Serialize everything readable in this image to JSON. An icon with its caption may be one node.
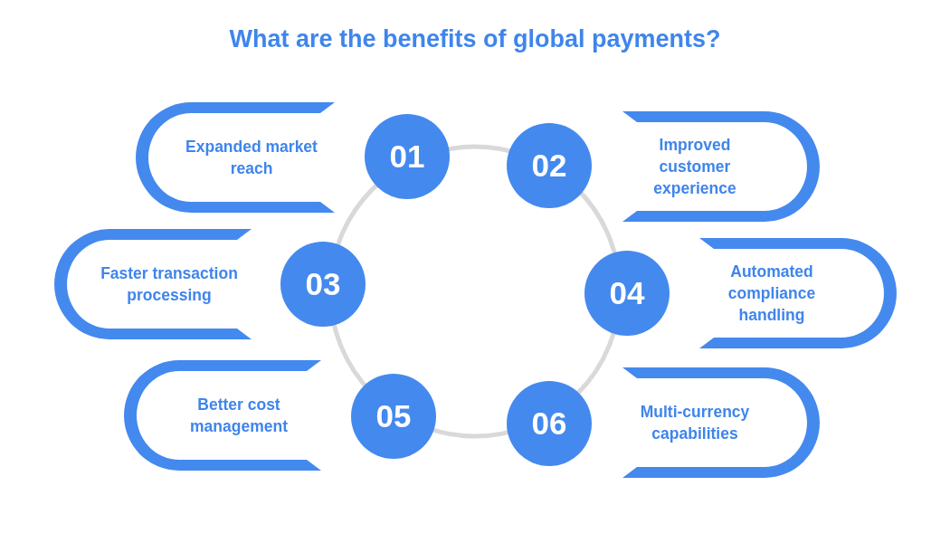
{
  "diagram": {
    "title": "What are the benefits of global payments?",
    "nodes": [
      {
        "text": [
          "Expanded market reach"
        ]
      },
      {
        "text": [
          "01"
        ]
      },
      {
        "text": [
          "02"
        ]
      },
      {
        "text": [
          "Improved customer experience"
        ]
      },
      {
        "text": [
          "Faster transaction processing"
        ]
      },
      {
        "text": [
          "03"
        ]
      },
      {
        "text": [
          "04"
        ]
      },
      {
        "text": [
          "Automated compliance handling"
        ]
      },
      {
        "text": [
          "Better cost management"
        ]
      },
      {
        "text": [
          "05"
        ]
      },
      {
        "text": [
          "06"
        ]
      },
      {
        "text": [
          "Multi-currency capabilities"
        ]
      }
    ]
  }
}
